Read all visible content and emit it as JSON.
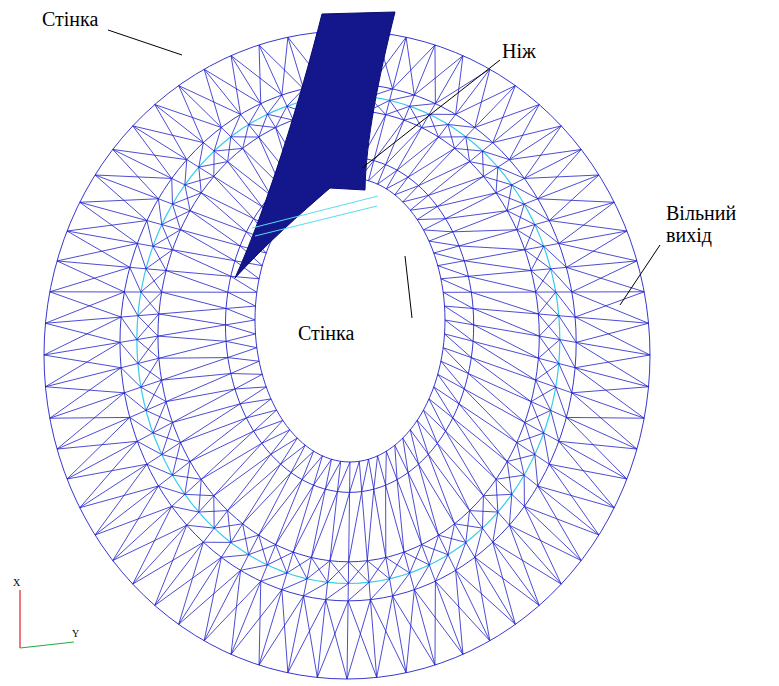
{
  "diagram": {
    "labels": [
      "Стінка",
      "Ніж",
      "Вільний вихід",
      "Стінка",
      "X",
      "Y"
    ]
  }
}
